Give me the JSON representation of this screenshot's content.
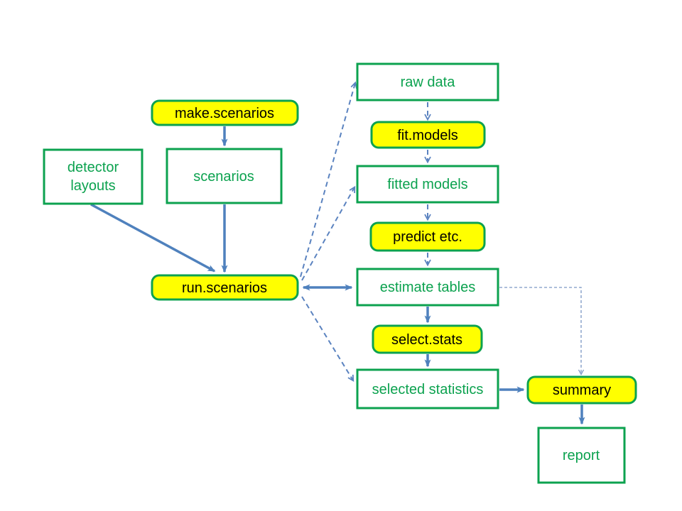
{
  "diagram": {
    "nodes": {
      "make_scenarios": {
        "label": "make.scenarios",
        "kind": "function"
      },
      "detector_layouts": {
        "label": "detector layouts",
        "line1": "detector",
        "line2": "layouts",
        "kind": "data"
      },
      "scenarios": {
        "label": "scenarios",
        "kind": "data"
      },
      "run_scenarios": {
        "label": "run.scenarios",
        "kind": "function"
      },
      "raw_data": {
        "label": "raw data",
        "kind": "data"
      },
      "fit_models": {
        "label": "fit.models",
        "kind": "function"
      },
      "fitted_models": {
        "label": "fitted models",
        "kind": "data"
      },
      "predict_etc": {
        "label": "predict etc.",
        "kind": "function"
      },
      "estimate_tables": {
        "label": "estimate tables",
        "kind": "data"
      },
      "select_stats": {
        "label": "select.stats",
        "kind": "function"
      },
      "selected_statistics": {
        "label": "selected statistics",
        "kind": "data"
      },
      "summary": {
        "label": "summary",
        "kind": "function"
      },
      "report": {
        "label": "report",
        "kind": "data"
      }
    },
    "edges": [
      {
        "from": "make.scenarios",
        "to": "scenarios",
        "style": "solid"
      },
      {
        "from": "detector layouts",
        "to": "run.scenarios",
        "style": "solid"
      },
      {
        "from": "scenarios",
        "to": "run.scenarios",
        "style": "solid"
      },
      {
        "from": "run.scenarios",
        "to": "estimate tables",
        "style": "solid-double-headed"
      },
      {
        "from": "run.scenarios",
        "to": "raw data",
        "style": "dashed"
      },
      {
        "from": "run.scenarios",
        "to": "fitted models",
        "style": "dashed"
      },
      {
        "from": "run.scenarios",
        "to": "selected statistics",
        "style": "dashed"
      },
      {
        "from": "raw data",
        "to": "fit.models",
        "style": "dashed"
      },
      {
        "from": "fit.models",
        "to": "fitted models",
        "style": "dashed"
      },
      {
        "from": "fitted models",
        "to": "predict etc.",
        "style": "dashed"
      },
      {
        "from": "predict etc.",
        "to": "estimate tables",
        "style": "dashed"
      },
      {
        "from": "estimate tables",
        "to": "select.stats",
        "style": "solid"
      },
      {
        "from": "select.stats",
        "to": "selected statistics",
        "style": "solid"
      },
      {
        "from": "selected statistics",
        "to": "summary",
        "style": "solid"
      },
      {
        "from": "estimate tables",
        "to": "summary",
        "style": "dashed-elbow"
      },
      {
        "from": "summary",
        "to": "report",
        "style": "solid"
      }
    ],
    "colors": {
      "box_border": "#0ca24f",
      "function_fill": "#ffff00",
      "data_fill": "#ffffff",
      "label_green": "#0ca24f",
      "label_black": "#000000",
      "arrow_solid": "#4f81bd",
      "arrow_dashed": "#5b83c0",
      "background": "#ffffff"
    }
  }
}
